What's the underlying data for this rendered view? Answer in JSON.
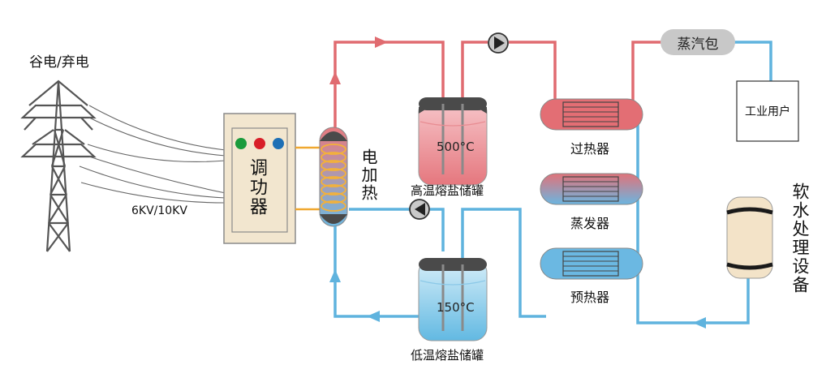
{
  "labels": {
    "power_source": "谷电/弃电",
    "voltage": "6KV/10KV",
    "power_regulator": "调功器",
    "electric_heater": "电加热",
    "hot_tank_temp": "500°C",
    "hot_tank": "高温熔盐储罐",
    "cold_tank_temp": "150°C",
    "cold_tank": "低温熔盐储罐",
    "superheater": "过热器",
    "evaporator": "蒸发器",
    "preheater": "预热器",
    "steam_drum": "蒸汽包",
    "industrial_user": "工业用户",
    "water_treatment": "软水处理设备"
  },
  "colors": {
    "hot_line": "#e06b70",
    "cold_line": "#5fb3de",
    "regulator_fill": "#f2e6cf",
    "indicator_green": "#1a9b3c",
    "indicator_red": "#d81e28",
    "indicator_blue": "#1d6fb5",
    "drum_fill": "#c8c8c8"
  }
}
